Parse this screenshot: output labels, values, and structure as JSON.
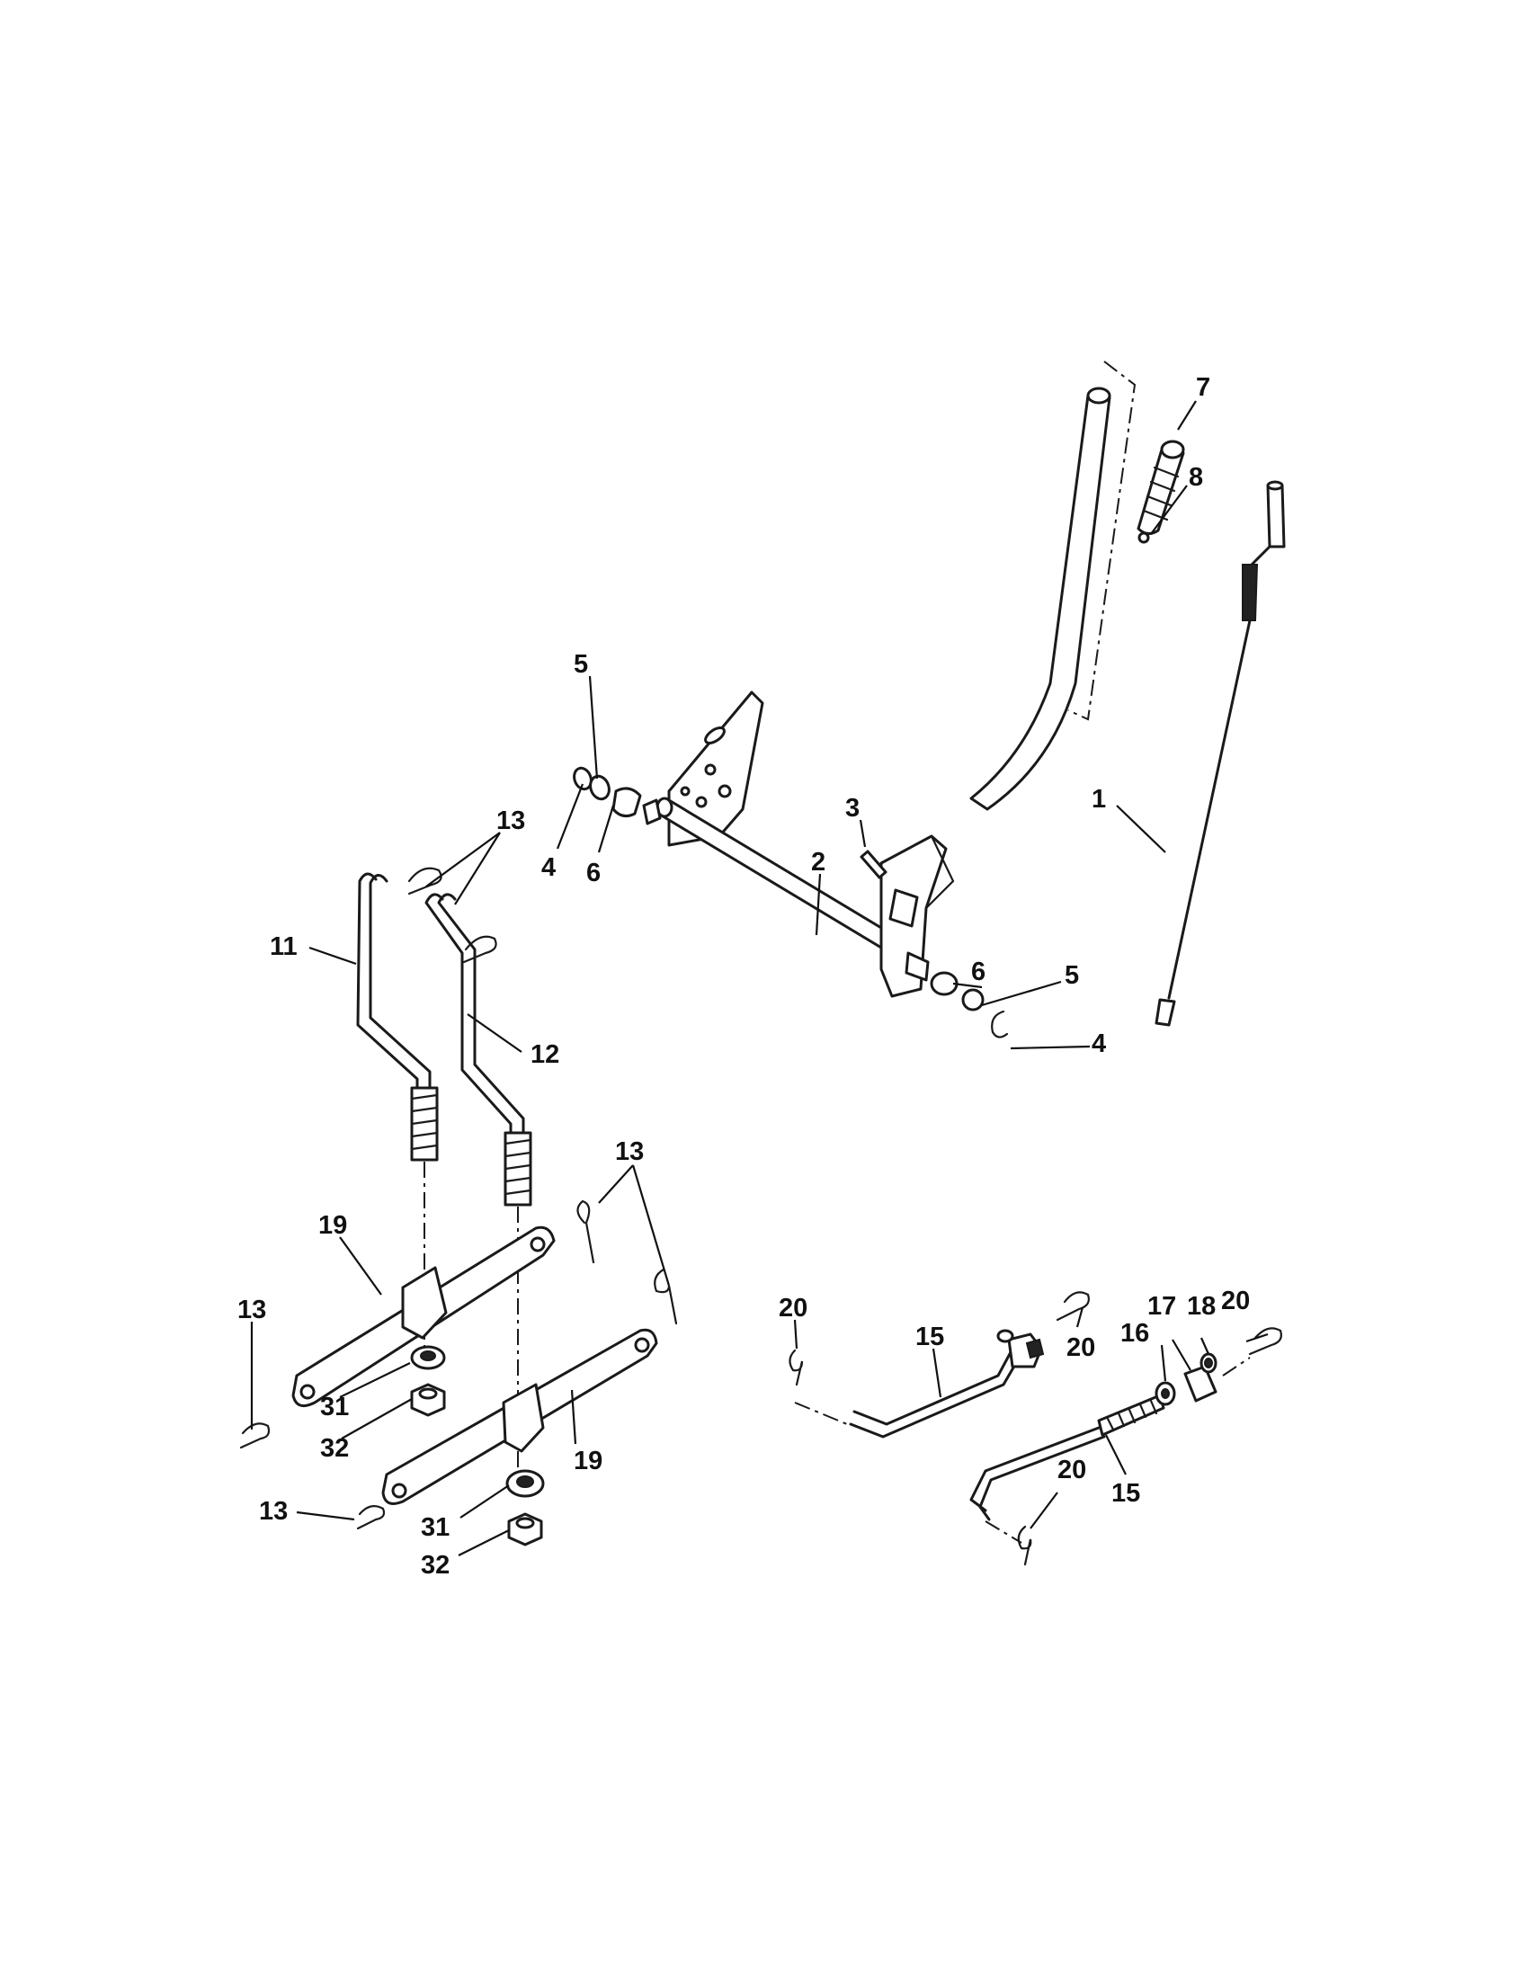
{
  "diagram": {
    "callouts": [
      {
        "id": "c-7",
        "label": "7"
      },
      {
        "id": "c-8",
        "label": "8"
      },
      {
        "id": "c-5a",
        "label": "5"
      },
      {
        "id": "c-1",
        "label": "1"
      },
      {
        "id": "c-3",
        "label": "3"
      },
      {
        "id": "c-2",
        "label": "2"
      },
      {
        "id": "c-4a",
        "label": "4"
      },
      {
        "id": "c-6a",
        "label": "6"
      },
      {
        "id": "c-13a",
        "label": "13"
      },
      {
        "id": "c-11",
        "label": "11"
      },
      {
        "id": "c-12",
        "label": "12"
      },
      {
        "id": "c-6b",
        "label": "6"
      },
      {
        "id": "c-5b",
        "label": "5"
      },
      {
        "id": "c-4b",
        "label": "4"
      },
      {
        "id": "c-13b",
        "label": "13"
      },
      {
        "id": "c-19a",
        "label": "19"
      },
      {
        "id": "c-13c",
        "label": "13"
      },
      {
        "id": "c-31a",
        "label": "31"
      },
      {
        "id": "c-32a",
        "label": "32"
      },
      {
        "id": "c-19b",
        "label": "19"
      },
      {
        "id": "c-13d",
        "label": "13"
      },
      {
        "id": "c-31b",
        "label": "31"
      },
      {
        "id": "c-32b",
        "label": "32"
      },
      {
        "id": "c-20a",
        "label": "20"
      },
      {
        "id": "c-15a",
        "label": "15"
      },
      {
        "id": "c-20b",
        "label": "20"
      },
      {
        "id": "c-16",
        "label": "16"
      },
      {
        "id": "c-17",
        "label": "17"
      },
      {
        "id": "c-18",
        "label": "18"
      },
      {
        "id": "c-20c",
        "label": "20"
      },
      {
        "id": "c-20d",
        "label": "20"
      },
      {
        "id": "c-15b",
        "label": "15"
      }
    ]
  }
}
